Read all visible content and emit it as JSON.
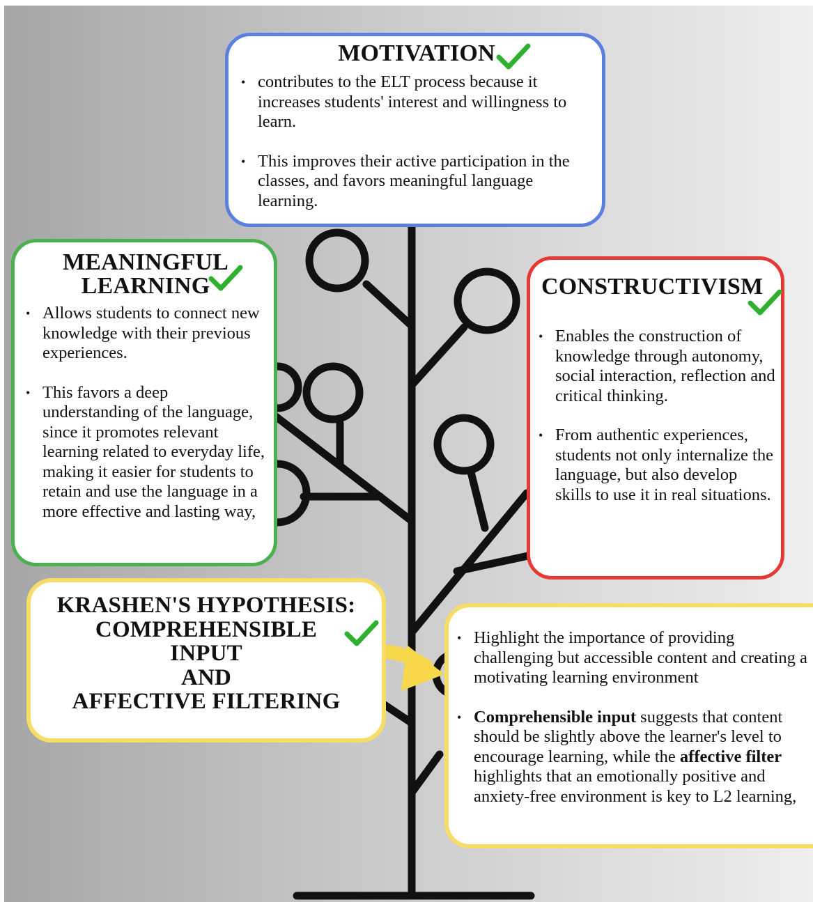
{
  "motivation": {
    "title": "MOTIVATION",
    "bullets": [
      "contributes to the ELT process because it increases students' interest and willingness to learn.",
      "This improves their active participation in the classes, and favors meaningful language learning."
    ]
  },
  "meaningful_learning": {
    "title_line1": "MEANINGFUL",
    "title_line2": "LEARNING",
    "bullets": [
      "Allows students to connect new knowledge with their previous experiences.",
      " This favors a deep understanding of the language, since it promotes relevant learning related to everyday life, making it easier for students to retain and use the language in a more effective and lasting way,"
    ]
  },
  "constructivism": {
    "title": "CONSTRUCTIVISM",
    "bullets": [
      " Enables the construction of knowledge through autonomy, social interaction, reflection and critical thinking.",
      "From authentic experiences, students not only internalize the language, but also develop skills to use it in real situations."
    ]
  },
  "krashen": {
    "title_lines": [
      "KRASHEN'S HYPOTHESIS:",
      "COMPREHENSIBLE",
      "INPUT",
      "AND",
      "AFFECTIVE FILTERING"
    ]
  },
  "highlights": {
    "bullet1": "Highlight the importance of providing challenging but accessible content and creating a motivating learning environment",
    "bullet2_term1": "Comprehensible input",
    "bullet2_text1": " suggests that content should be slightly above the learner's level to encourage learning, while the ",
    "bullet2_term2": "affective filter",
    "bullet2_text2": " highlights that an emotionally positive and anxiety-free environment is key to L2 learning,"
  },
  "colors": {
    "motivation_border": "#5a7fdf",
    "meaningful_border": "#4caf50",
    "constructivism_border": "#e53935",
    "krashen_border": "#f7dd68",
    "checkmark": "#2fb02f",
    "arrow": "#f7d84a",
    "tree": "#111111"
  },
  "icons": [
    "check-icon",
    "arrow-icon",
    "tree-illustration"
  ]
}
